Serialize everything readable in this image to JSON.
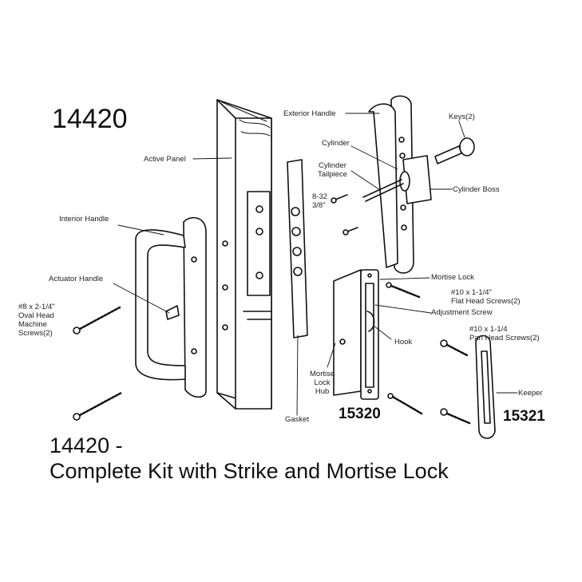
{
  "kit_number": "14420",
  "caption": {
    "line1": "14420 -",
    "line2": "Complete Kit with Strike and Mortise Lock"
  },
  "part_numbers": {
    "mortise_lock": "15320",
    "keeper": "15321"
  },
  "labels": {
    "exterior_handle": "Exterior Handle",
    "keys": "Keys(2)",
    "cylinder": "Cylinder",
    "cylinder_tailpiece": "Cylinder\nTailpiece",
    "cylinder_boss": "Cylinder Boss",
    "screw_8_32": "8-32\n3/8\"",
    "active_panel": "Active Panel",
    "interior_handle": "Interior Handle",
    "actuator_handle": "Actuator Handle",
    "oval_head_screws": "#8 x 2-1/4\"\nOval Head\nMachine\nScrews(2)",
    "mortise_lock": "Mortise Lock",
    "flat_head_screws": "#10 x 1-1/4\"\nFlat Head Screws(2)",
    "adjustment_screw": "Adjustment Screw",
    "pan_head_screws": "#10 x 1-1/4\nPan Head Screws(2)",
    "hook": "Hook",
    "mortise_lock_hub": "Mortise\nLock\nHub",
    "keeper": "Keeper",
    "gasket": "Gasket"
  }
}
